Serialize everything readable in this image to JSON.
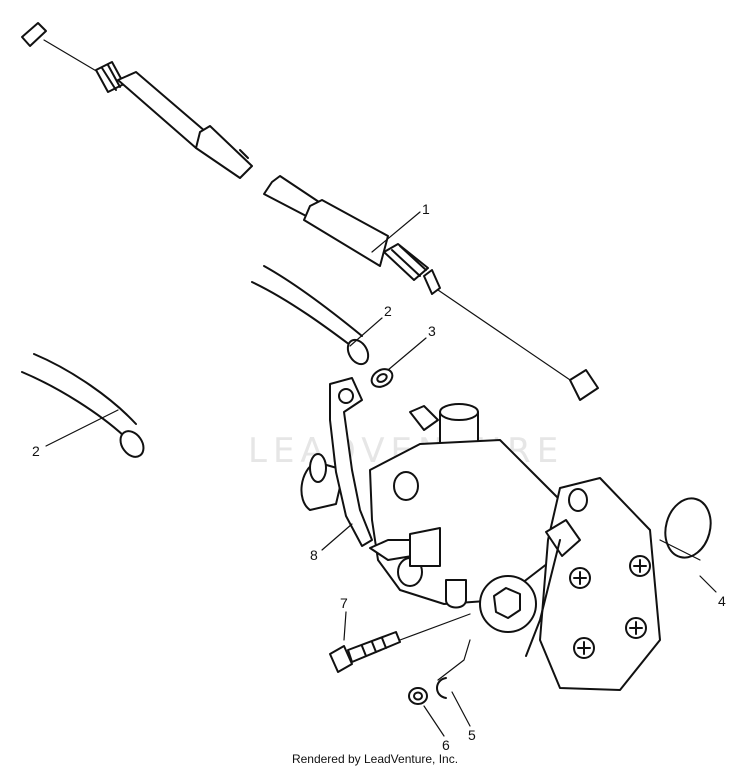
{
  "watermark": "LEADVENTURE",
  "footer": "Rendered by LeadVenture, Inc.",
  "callouts": {
    "c1": "1",
    "c2a": "2",
    "c2b": "2",
    "c3": "3",
    "c4": "4",
    "c5": "5",
    "c6": "6",
    "c7": "7",
    "c8": "8"
  }
}
